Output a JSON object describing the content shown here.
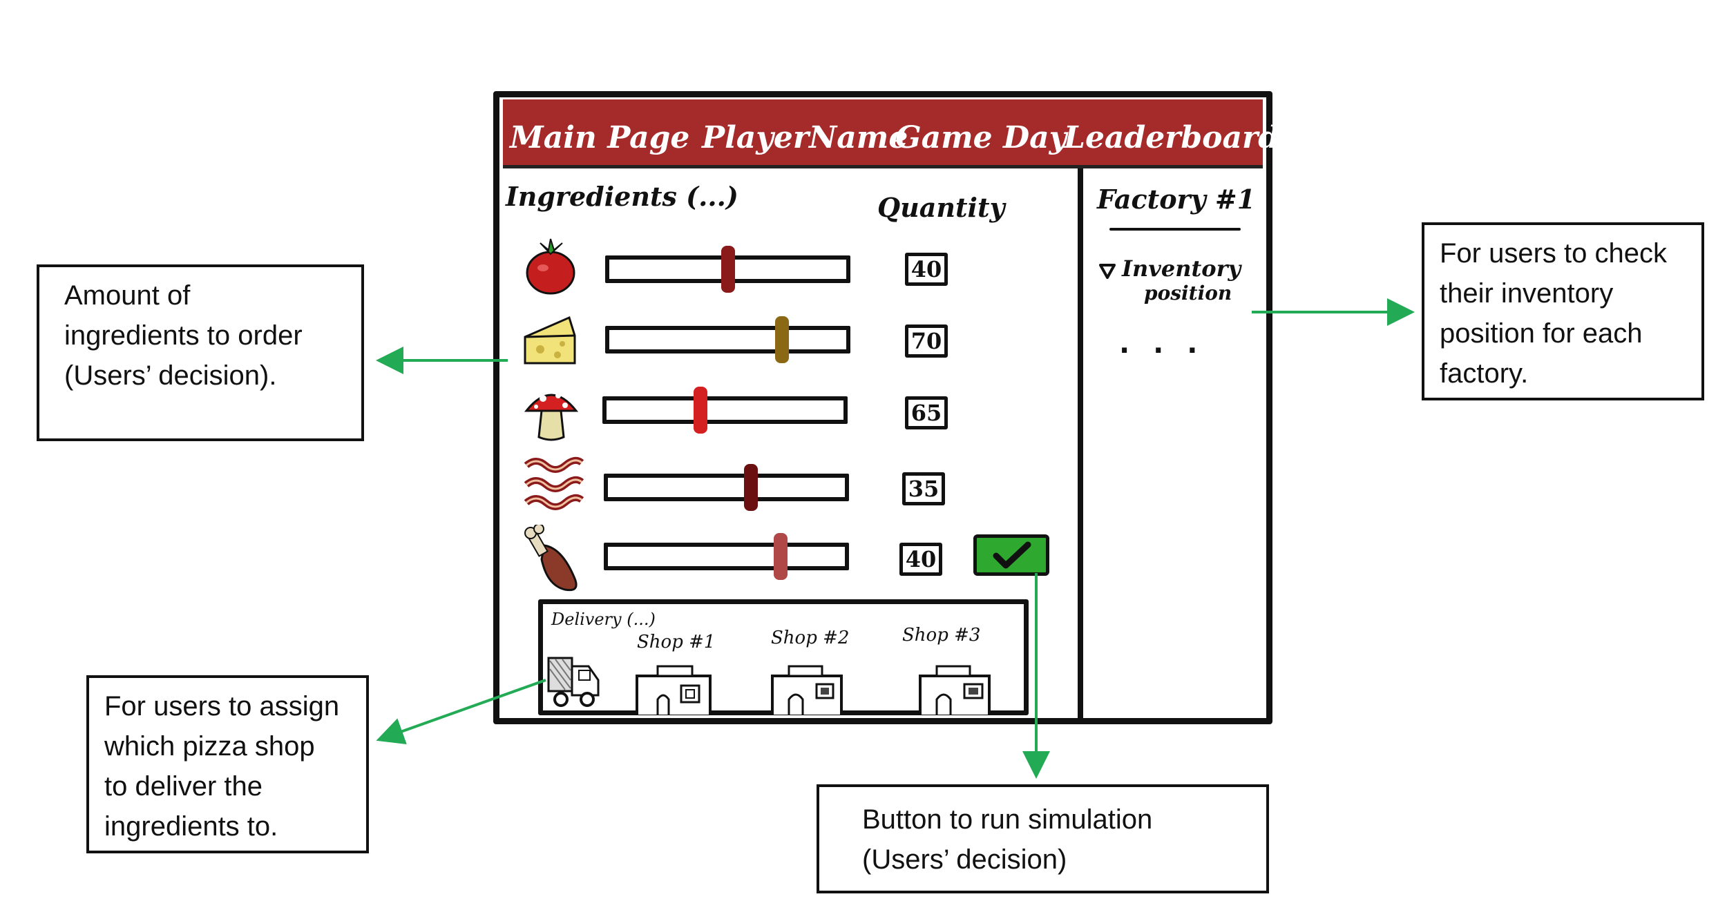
{
  "navbar": {
    "items": [
      "Main Page",
      "PlayerName",
      "Game Day",
      "Leaderboard"
    ]
  },
  "ingredients": {
    "header": "Ingredients (...)",
    "quantity_header": "Quantity",
    "rows": [
      {
        "icon": "tomato-icon",
        "quantity": "40",
        "level": 0.5,
        "color": "#8b1a1a"
      },
      {
        "icon": "cheese-icon",
        "quantity": "70",
        "level": 0.72,
        "color": "#8b6914"
      },
      {
        "icon": "mushroom-icon",
        "quantity": "65",
        "level": 0.4,
        "color": "#d42020"
      },
      {
        "icon": "bacon-icon",
        "quantity": "35",
        "level": 0.6,
        "color": "#6b1010"
      },
      {
        "icon": "chicken-leg-icon",
        "quantity": "40",
        "level": 0.72,
        "color": "#b04848"
      }
    ]
  },
  "run_button": {
    "icon": "checkmark-icon",
    "color": "#2fa82f"
  },
  "delivery": {
    "title": "Delivery (...)",
    "shops": [
      "Shop #1",
      "Shop #2",
      "Shop #3"
    ]
  },
  "factory_panel": {
    "title": "Factory #1",
    "inventory_line1": "Inventory",
    "inventory_line2": "position",
    "ellipsis": ". . ."
  },
  "annotations": {
    "ingredients_note": [
      "Amount of",
      "ingredients to order",
      "(Users’ decision)."
    ],
    "delivery_note": [
      "For users to assign",
      "which pizza shop",
      "to deliver the",
      "ingredients to."
    ],
    "button_note": [
      "Button to run simulation",
      "(Users’ decision)"
    ],
    "factory_note": [
      "For users to check",
      "their inventory",
      "position for each",
      "factory."
    ]
  },
  "colors": {
    "navbar": "#a52a2a",
    "arrow": "#22aa55"
  }
}
